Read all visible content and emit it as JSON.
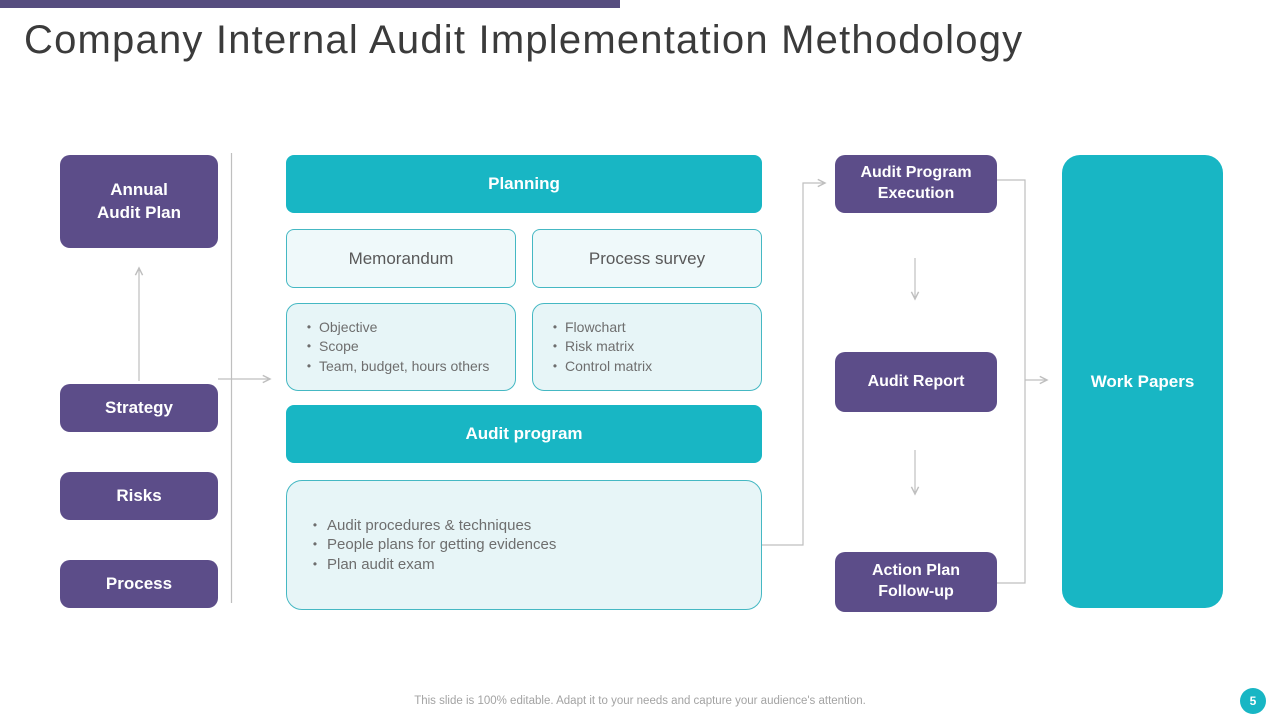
{
  "slide": {
    "title": "Company Internal Audit Implementation Methodology",
    "footer": "This slide is 100% editable. Adapt it to your needs and capture your audience's attention.",
    "page_number": "5"
  },
  "colors": {
    "accent_purple": "#5C4D89",
    "topbar_purple": "#564D7F",
    "accent_teal": "#18B6C4",
    "mint_fill": "#E7F5F7",
    "mint_border": "#45B8C3",
    "connector_gray": "#BFBFBF"
  },
  "left_column": {
    "annual_audit_plan": {
      "line1": "Annual",
      "line2": "Audit Plan"
    },
    "strategy": "Strategy",
    "risks": "Risks",
    "process": "Process"
  },
  "planning_section": {
    "header": "Planning",
    "memorandum_label": "Memorandum",
    "process_survey_label": "Process survey",
    "memorandum_items": [
      "Objective",
      "Scope",
      "Team, budget, hours others"
    ],
    "process_survey_items": [
      "Flowchart",
      "Risk matrix",
      "Control matrix"
    ]
  },
  "audit_program_section": {
    "header": "Audit program",
    "items": [
      "Audit procedures & techniques",
      "People plans for getting evidences",
      "Plan audit exam"
    ]
  },
  "execution_column": {
    "audit_program_execution": {
      "line1": "Audit Program",
      "line2": "Execution"
    },
    "audit_report": "Audit Report",
    "action_plan_follow_up": {
      "line1": "Action Plan",
      "line2": "Follow-up"
    }
  },
  "work_papers_label": "Work Papers"
}
